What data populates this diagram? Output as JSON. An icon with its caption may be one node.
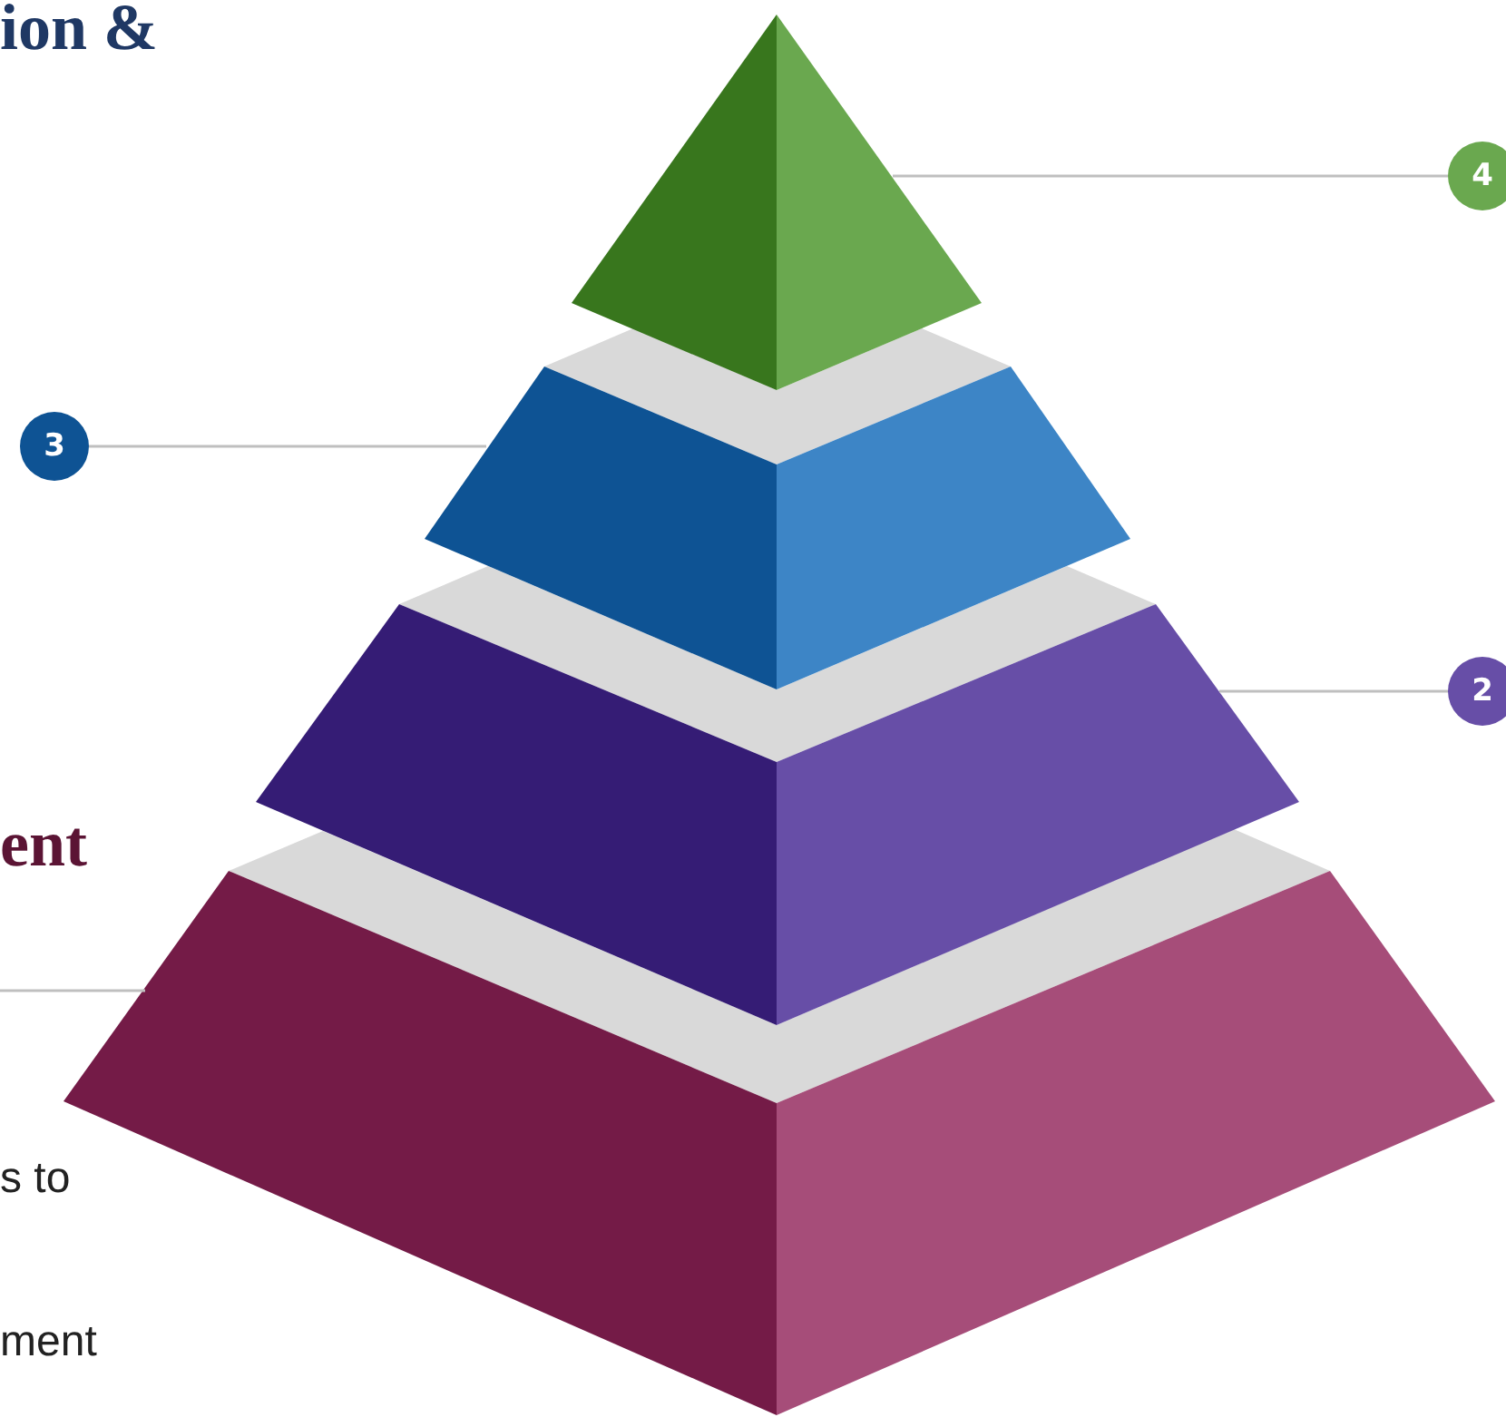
{
  "diagram": {
    "nodes": [
      {
        "text": [
          "4"
        ]
      },
      {
        "text": [
          "3"
        ]
      },
      {
        "text": [
          "2"
        ]
      },
      {
        "text": [],
        "shape": "triangle"
      },
      {
        "text": [],
        "shape": "trapezoid"
      },
      {
        "text": [],
        "shape": "trapezoid"
      },
      {
        "text": [],
        "shape": "trapezoid"
      }
    ],
    "edges": [
      {
        "from": 0,
        "to": 3,
        "arrow": "none"
      },
      {
        "from": 1,
        "to": 4,
        "arrow": "none"
      },
      {
        "from": 2,
        "to": 5,
        "arrow": "none"
      },
      {
        "from": null,
        "to": 6,
        "arrow": "none"
      }
    ],
    "labels": [
      "ion &",
      "ent",
      "s to",
      "ment"
    ]
  }
}
